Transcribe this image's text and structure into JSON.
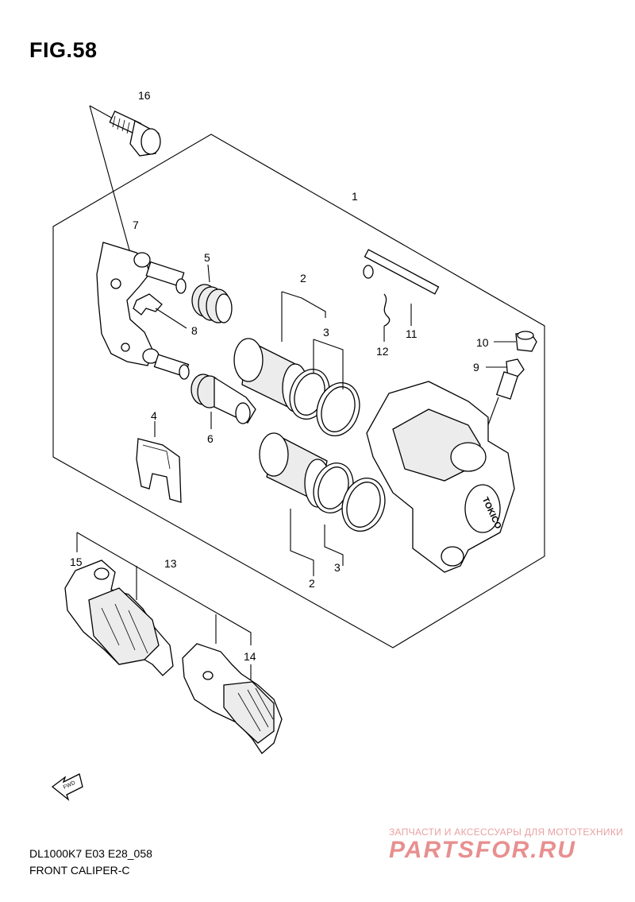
{
  "figure": {
    "title": "FIG.58",
    "model_code": "DL1000K7 E03 E28_058",
    "section_name": "FRONT CALIPER-C"
  },
  "callouts": [
    {
      "id": "1",
      "label": "1"
    },
    {
      "id": "2a",
      "label": "2"
    },
    {
      "id": "2b",
      "label": "2"
    },
    {
      "id": "3a",
      "label": "3"
    },
    {
      "id": "3b",
      "label": "3"
    },
    {
      "id": "4",
      "label": "4"
    },
    {
      "id": "5",
      "label": "5"
    },
    {
      "id": "6",
      "label": "6"
    },
    {
      "id": "7",
      "label": "7"
    },
    {
      "id": "8",
      "label": "8"
    },
    {
      "id": "9",
      "label": "9"
    },
    {
      "id": "10",
      "label": "10"
    },
    {
      "id": "11",
      "label": "11"
    },
    {
      "id": "12",
      "label": "12"
    },
    {
      "id": "13",
      "label": "13"
    },
    {
      "id": "14",
      "label": "14"
    },
    {
      "id": "15",
      "label": "15"
    },
    {
      "id": "16",
      "label": "16"
    }
  ],
  "markings": {
    "caliper_brand": "TOKICO",
    "direction_arrow": "FWD"
  },
  "watermark": {
    "tagline": "ЗАПЧАСТИ И АКСЕССУАРЫ ДЛЯ МОТОТЕХНИКИ",
    "logo": "PARTSFOR.RU"
  }
}
